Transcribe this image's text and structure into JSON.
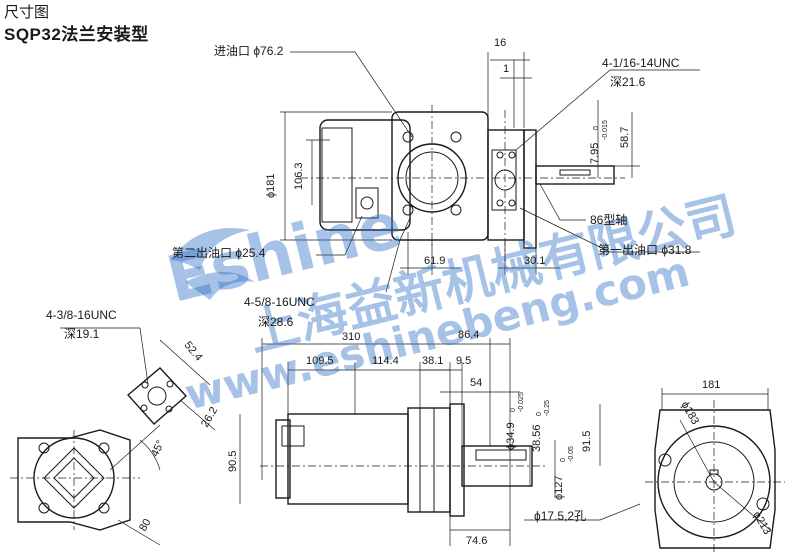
{
  "header": {
    "title": "尺寸图",
    "subtitle": "SQP32法兰安装型"
  },
  "watermark": {
    "brand": "Eshine",
    "company": "上海益新机械有限公司",
    "url": "www.eshinebeng.com",
    "color": "#2f6fc8"
  },
  "top_view": {
    "inlet_label": "进油口 ϕ76.2",
    "thread_label": "4-1/16-14UNC",
    "thread_depth": "深21.6",
    "dim_16": "16",
    "dim_1": "1",
    "dim_181": "ϕ181",
    "dim_106_3": "106.3",
    "dim_7_95": "7.95",
    "dim_7_95_tol_hi": "0",
    "dim_7_95_tol_lo": "-0.015",
    "dim_58_7": "58.7",
    "shaft_label": "86型轴",
    "outlet2_label": "第二出油口 ϕ25.4",
    "outlet1_label": "第一出油口 ϕ31.8",
    "dim_61_9": "61.9",
    "dim_30_1": "30.1",
    "thread2_label": "4-5/8-16UNC",
    "thread2_depth": "深28.6"
  },
  "left_view": {
    "thread_label": "4-3/8-16UNC",
    "thread_depth": "深19.1",
    "dim_52_4": "52.4",
    "dim_26_2": "26.2",
    "angle": "45°",
    "dim_80": "80"
  },
  "side_view": {
    "dim_310": "310",
    "dim_86_4": "86.4",
    "dim_109_5": "109.5",
    "dim_114_4": "114.4",
    "dim_38_1": "38.1",
    "dim_9_5": "9.5",
    "dim_54": "54",
    "dim_90_5": "90.5",
    "dim_34_9": "ϕ34.9",
    "dim_34_9_tol_hi": "0",
    "dim_34_9_tol_lo": "-0.025",
    "dim_38_56": "38.56",
    "dim_38_56_tol_hi": "0",
    "dim_38_56_tol_lo": "-0.25",
    "dim_127": "ϕ127",
    "dim_127_tol_hi": "0",
    "dim_127_tol_lo": "-0.05",
    "dim_91_5": "91.5",
    "hole_label": "ϕ17.5,2孔",
    "dim_74_6": "74.6"
  },
  "right_view": {
    "dim_181": "181",
    "dim_183": "ϕ183",
    "dim_213": "ϕ213"
  }
}
